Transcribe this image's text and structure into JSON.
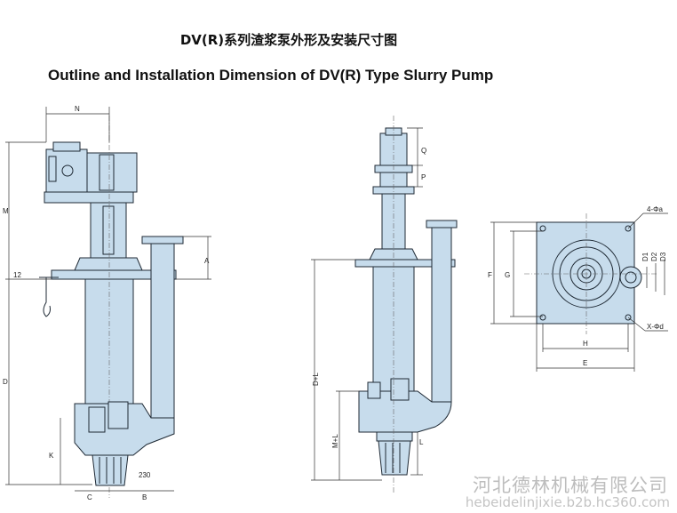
{
  "title_cn": "DV(R)系列渣浆泵外形及安装尺寸图",
  "title_en": "Outline and Installation Dimension of DV(R) Type Slurry Pump",
  "watermark": {
    "company": "河北德林机械有限公司",
    "url": "hebeidelinjixie.b2b.hc360.com"
  },
  "dims": {
    "N": "N",
    "M": "M",
    "D": "D",
    "A": "A",
    "K": "K",
    "C": "C",
    "B": "B",
    "d12": "12",
    "d230": "230",
    "Q": "Q",
    "P": "P",
    "DL": "D+L",
    "ML": "M+L",
    "L": "L",
    "F": "F",
    "G": "G",
    "H": "H",
    "E": "E",
    "nphi": "4-Φa",
    "xphi": "X-Φd",
    "D1": "D1",
    "D2": "D2",
    "D3": "D3"
  },
  "colors": {
    "fill": "#c7dcec",
    "line": "#1f2a35",
    "dim": "#333333"
  }
}
